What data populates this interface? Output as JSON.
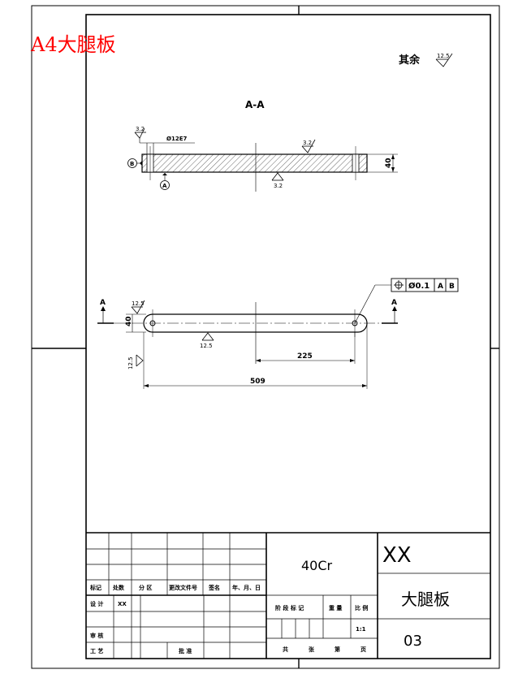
{
  "page_label": "A4大腿板",
  "note_rest": "其余",
  "rough_rest": "12.5",
  "section_label": "A-A",
  "section_view": {
    "rough_left": "3.2",
    "hole_label": "Ø12E7",
    "rough_top": "3.2",
    "rough_bottom": "3.2",
    "thickness": "40",
    "datum_a": "A",
    "datum_b": "B"
  },
  "front_view": {
    "cut_a_left": "A",
    "cut_a_right": "A",
    "rough_top": "12.5",
    "rough_bottom": "12.5",
    "rough_side": "12.5",
    "height": "40",
    "dim_inner": "225",
    "dim_total": "509",
    "fcf": {
      "symbol": "⌖",
      "tolerance": "Ø0.1",
      "ref_a": "A",
      "ref_b": "B"
    }
  },
  "title_block": {
    "material": "40Cr",
    "company": "XX",
    "part_name": "大腿板",
    "drawing_no": "03",
    "scale_value": "1:1",
    "revision_labels": [
      "标记",
      "处数",
      "分 区",
      "更改文件号",
      "签名",
      "年、月、日"
    ],
    "designed_by_label": "设 计",
    "designed_by": "XX",
    "checked_label": "审 核",
    "process_label": "工 艺",
    "approve_label": "批 准",
    "stage_label": "阶 段 标 记",
    "weight_label": "重 量",
    "scale_label": "比 例",
    "sheets_total_label": "共",
    "sheets_unit_label": "张",
    "sheet_label": "第",
    "page_label": "页"
  }
}
